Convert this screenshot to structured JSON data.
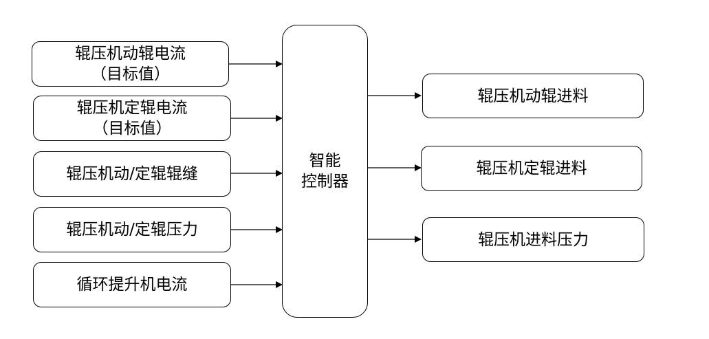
{
  "inputs": [
    {
      "line1": "辊压机动辊电流",
      "line2": "（目标值）"
    },
    {
      "line1": "辊压机定辊电流",
      "line2": "（目标值）"
    },
    {
      "line1": "辊压机动/定辊辊缝",
      "line2": ""
    },
    {
      "line1": "辊压机动/定辊压力",
      "line2": ""
    },
    {
      "line1": "循环提升机电流",
      "line2": ""
    }
  ],
  "controller": {
    "line1": "智能",
    "line2": "控制器"
  },
  "outputs": [
    {
      "label": "辊压机动辊进料"
    },
    {
      "label": "辊压机定辊进料"
    },
    {
      "label": "辊压机进料压力"
    }
  ],
  "colors": {
    "stroke": "#000000",
    "fill": "#ffffff"
  }
}
